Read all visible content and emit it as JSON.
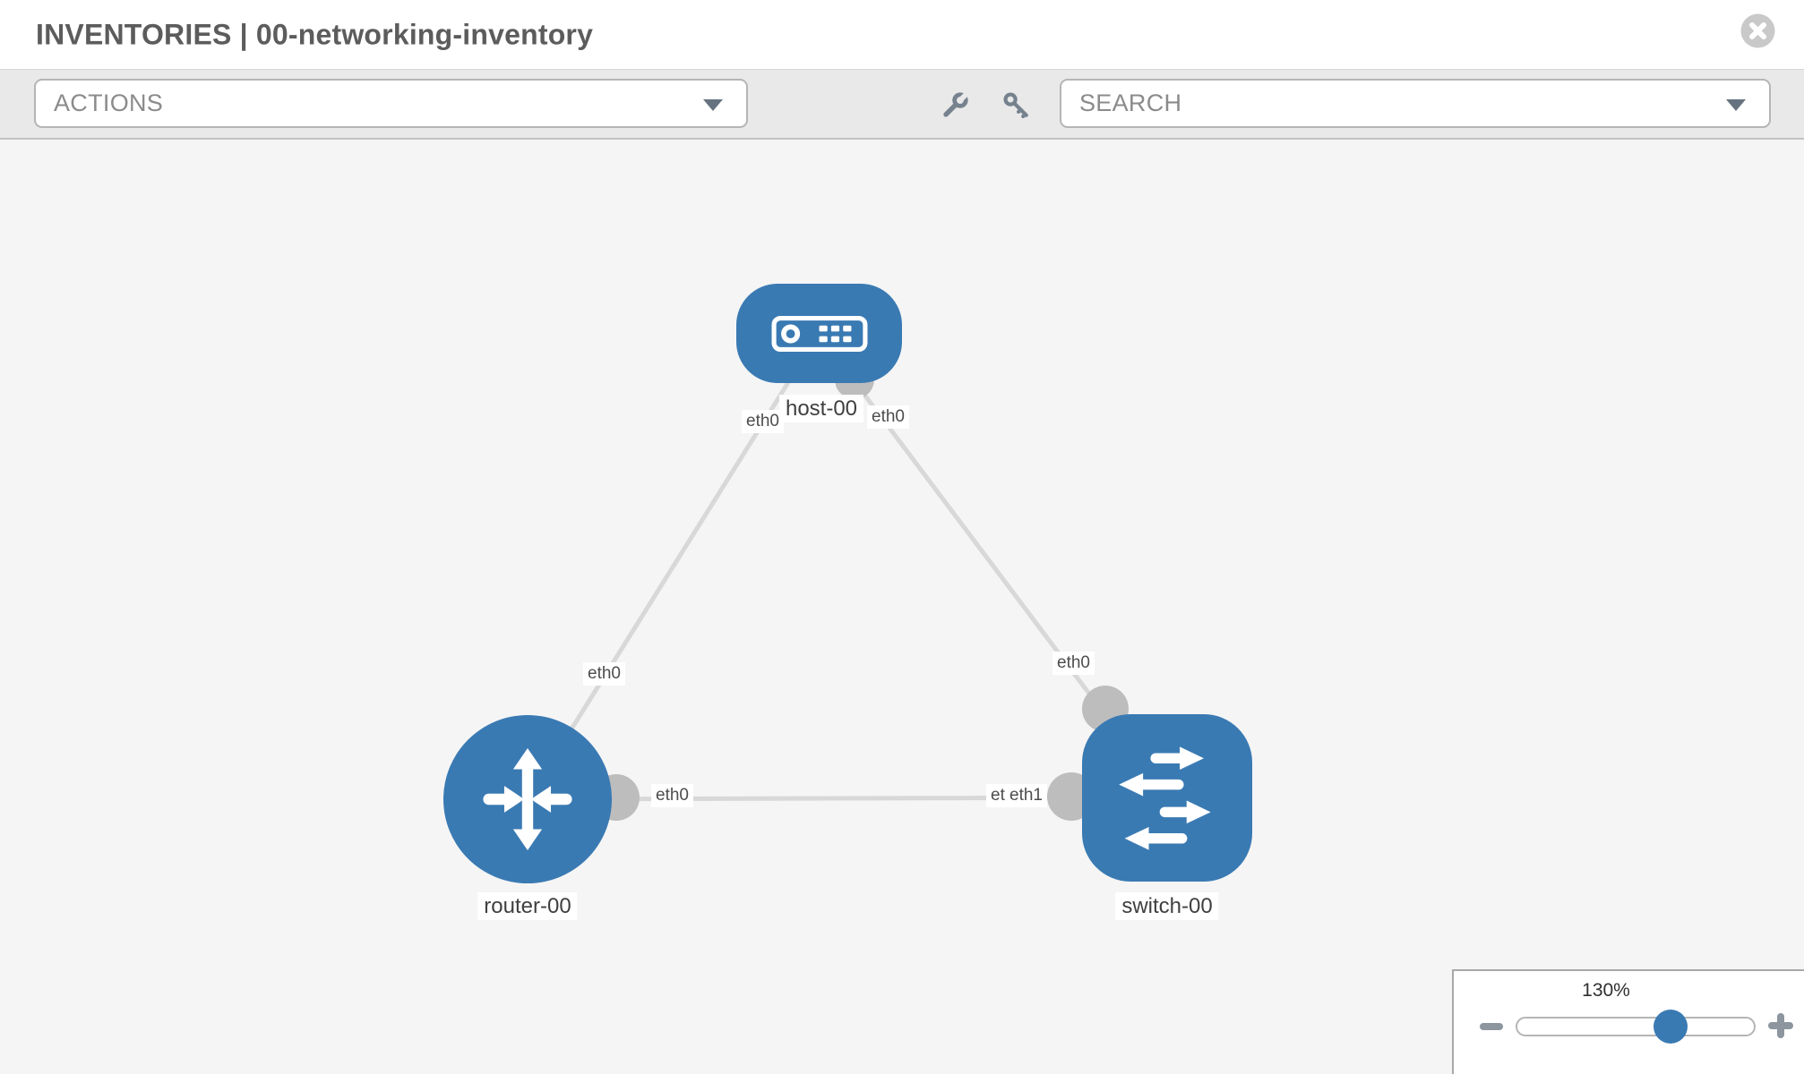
{
  "header": {
    "title": "INVENTORIES | 00-networking-inventory"
  },
  "toolbar": {
    "actions_label": "ACTIONS",
    "search_label": "SEARCH"
  },
  "diagram": {
    "nodes": [
      {
        "id": "host-00",
        "type": "host",
        "label": "host-00"
      },
      {
        "id": "router-00",
        "type": "router",
        "label": "router-00"
      },
      {
        "id": "switch-00",
        "type": "switch",
        "label": "switch-00"
      }
    ],
    "edges": [
      {
        "from": "host-00",
        "to": "router-00",
        "from_interface": "eth0",
        "to_interface": "eth0"
      },
      {
        "from": "host-00",
        "to": "switch-00",
        "from_interface": "eth0",
        "to_interface": "eth0"
      },
      {
        "from": "router-00",
        "to": "switch-00",
        "from_interface": "eth0",
        "to_interface": "eth1"
      }
    ],
    "iface_labels": [
      "eth0",
      "eth0",
      "eth0",
      "eth0",
      "eth0",
      "eth0",
      "eth1"
    ]
  },
  "zoom_control": {
    "level": "130%"
  },
  "colors": {
    "node_blue": "#3a7ab3",
    "edge_gray": "#d8d8d8",
    "port_gray": "#bdbdbd",
    "toolbar_bg": "#e9e9e9",
    "canvas_bg": "#f5f5f5",
    "icon_gray": "#76828e",
    "title_gray": "#5c5c5c"
  }
}
